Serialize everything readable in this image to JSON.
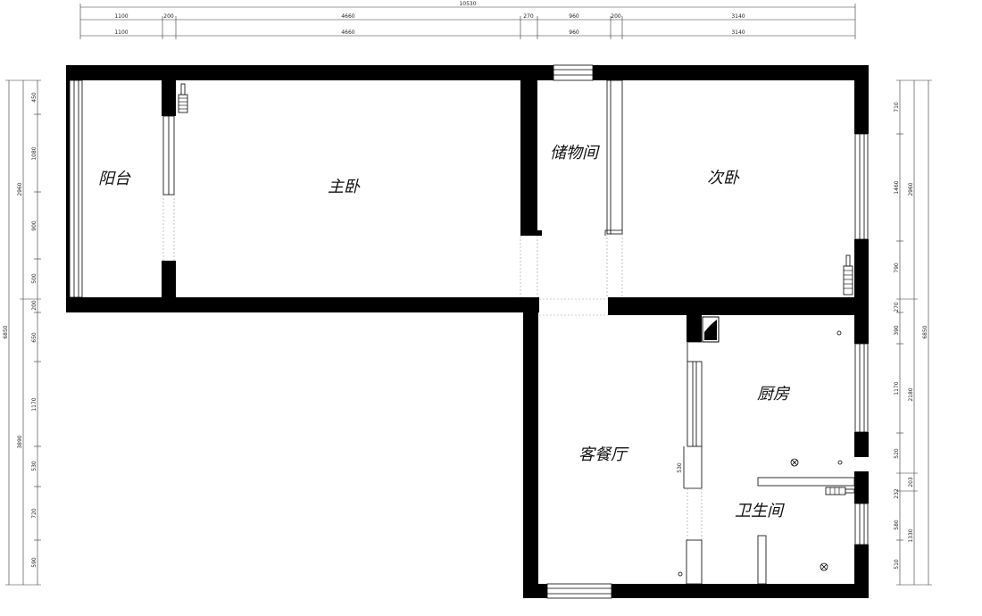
{
  "rooms": {
    "balcony": "阳台",
    "master_bedroom": "主卧",
    "storage": "储物间",
    "second_bedroom": "次卧",
    "kitchen": "厨房",
    "living_dining": "客餐厅",
    "bathroom": "卫生间"
  },
  "dimensions": {
    "top_total": "10530",
    "top_row1": [
      "1100",
      "200",
      "4660",
      "270",
      "960",
      "200",
      "3140"
    ],
    "top_row2": [
      "1100",
      "4660",
      "960",
      "3140"
    ],
    "left_outer": [
      "6850",
      "3890"
    ],
    "left_mid": [
      "2960"
    ],
    "left_inner": [
      "450",
      "1080",
      "900",
      "500",
      "200",
      "650",
      "1170",
      "530",
      "720",
      "590"
    ],
    "right_inner": [
      "710",
      "1460",
      "790",
      "270",
      "390",
      "1170",
      "520",
      "232",
      "580",
      "510"
    ],
    "right_mid": [
      "2960",
      "2180",
      "203",
      "1330"
    ],
    "right_outer": [
      "6850"
    ],
    "interior": [
      "530"
    ]
  }
}
